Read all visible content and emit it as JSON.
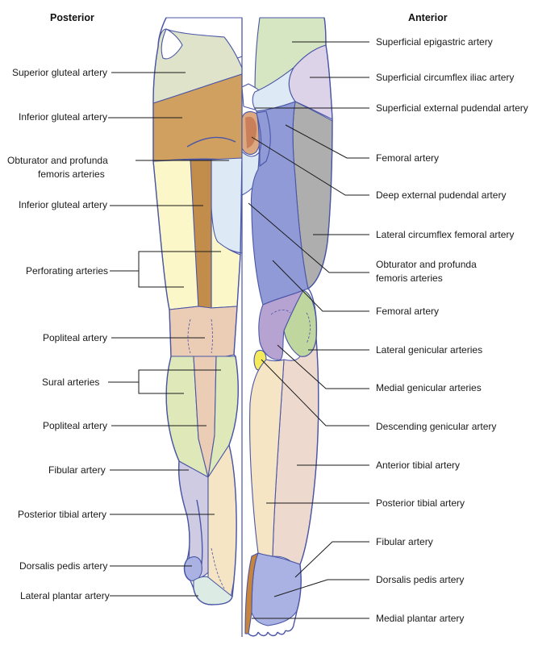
{
  "headings": {
    "posterior": "Posterior",
    "anterior": "Anterior"
  },
  "posterior_labels": [
    "Superior gluteal artery",
    "Inferior gluteal artery",
    "Obturator and profunda",
    "femoris arteries",
    "Inferior gluteal artery",
    "Perforating arteries",
    "Popliteal artery",
    "Sural arteries",
    "Popliteal artery",
    "Fibular artery",
    "Posterior tibial artery",
    "Dorsalis pedis artery",
    "Lateral plantar artery"
  ],
  "anterior_labels": [
    "Superficial epigastric artery",
    "Superficial circumflex iliac artery",
    "Superficial external pudendal artery",
    "Femoral artery",
    "Deep external pudendal artery",
    "Lateral circumflex femoral artery",
    "Obturator and profunda",
    "femoris arteries",
    "Femoral artery",
    "Lateral genicular arteries",
    "Medial genicular arteries",
    "Descending genicular artery",
    "Anterior tibial artery",
    "Posterior tibial artery",
    "Fibular artery",
    "Dorsalis pedis artery",
    "Medial plantar artery"
  ],
  "region_colors": {
    "superior_gluteal": "#dfe3c9",
    "inferior_gluteal": "#d0a060",
    "obturator_profunda": "#dde9f4",
    "perforating": "#fcf7c8",
    "popliteal": "#ebcdb6",
    "sural": "#dfe8b8",
    "fibular": "#cfcbe3",
    "posterior_tibial": "#f6e5c5",
    "lateral_plantar": "#dcebe3",
    "superficial_epigastric": "#d6e6c2",
    "superficial_circumflex_iliac": "#ddd3e9",
    "femoral": "#8f9ad6",
    "lateral_circumflex_femoral": "#aeaeae",
    "deep_external_pudendal": "#dca880",
    "lateral_genicular": "#bfd69f",
    "medial_genicular": "#b7a3d2",
    "descending_genicular": "#f4ea5c",
    "anterior_tibial": "#eed9cf",
    "dorsalis_pedis": "#a9b2e3",
    "medial_plantar": "#c9843c"
  }
}
